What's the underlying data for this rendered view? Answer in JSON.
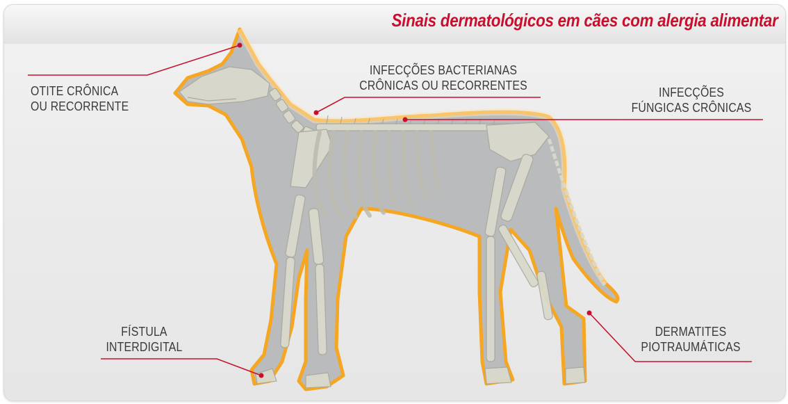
{
  "title": "Sinais dermatológicos em cães com alergia alimentar",
  "labels": {
    "otite": [
      "OTITE CRÔNICA",
      "OU RECORRENTE"
    ],
    "bacterianas": [
      "INFECÇÕES BACTERIANAS",
      "CRÔNICAS OU RECORRENTES"
    ],
    "fungicas": [
      "INFECÇÕES",
      "FÚNGICAS CRÔNICAS"
    ],
    "fistula": [
      "FÍSTULA",
      "INTERDIGITAL"
    ],
    "dermatites": [
      "DERMATITES",
      "PIOTRAUMÁTICAS"
    ]
  },
  "colors": {
    "accent": "#c8102e",
    "outline": "#f5a623",
    "body": "#b9bbbd",
    "bone": "#d8d8cc"
  }
}
